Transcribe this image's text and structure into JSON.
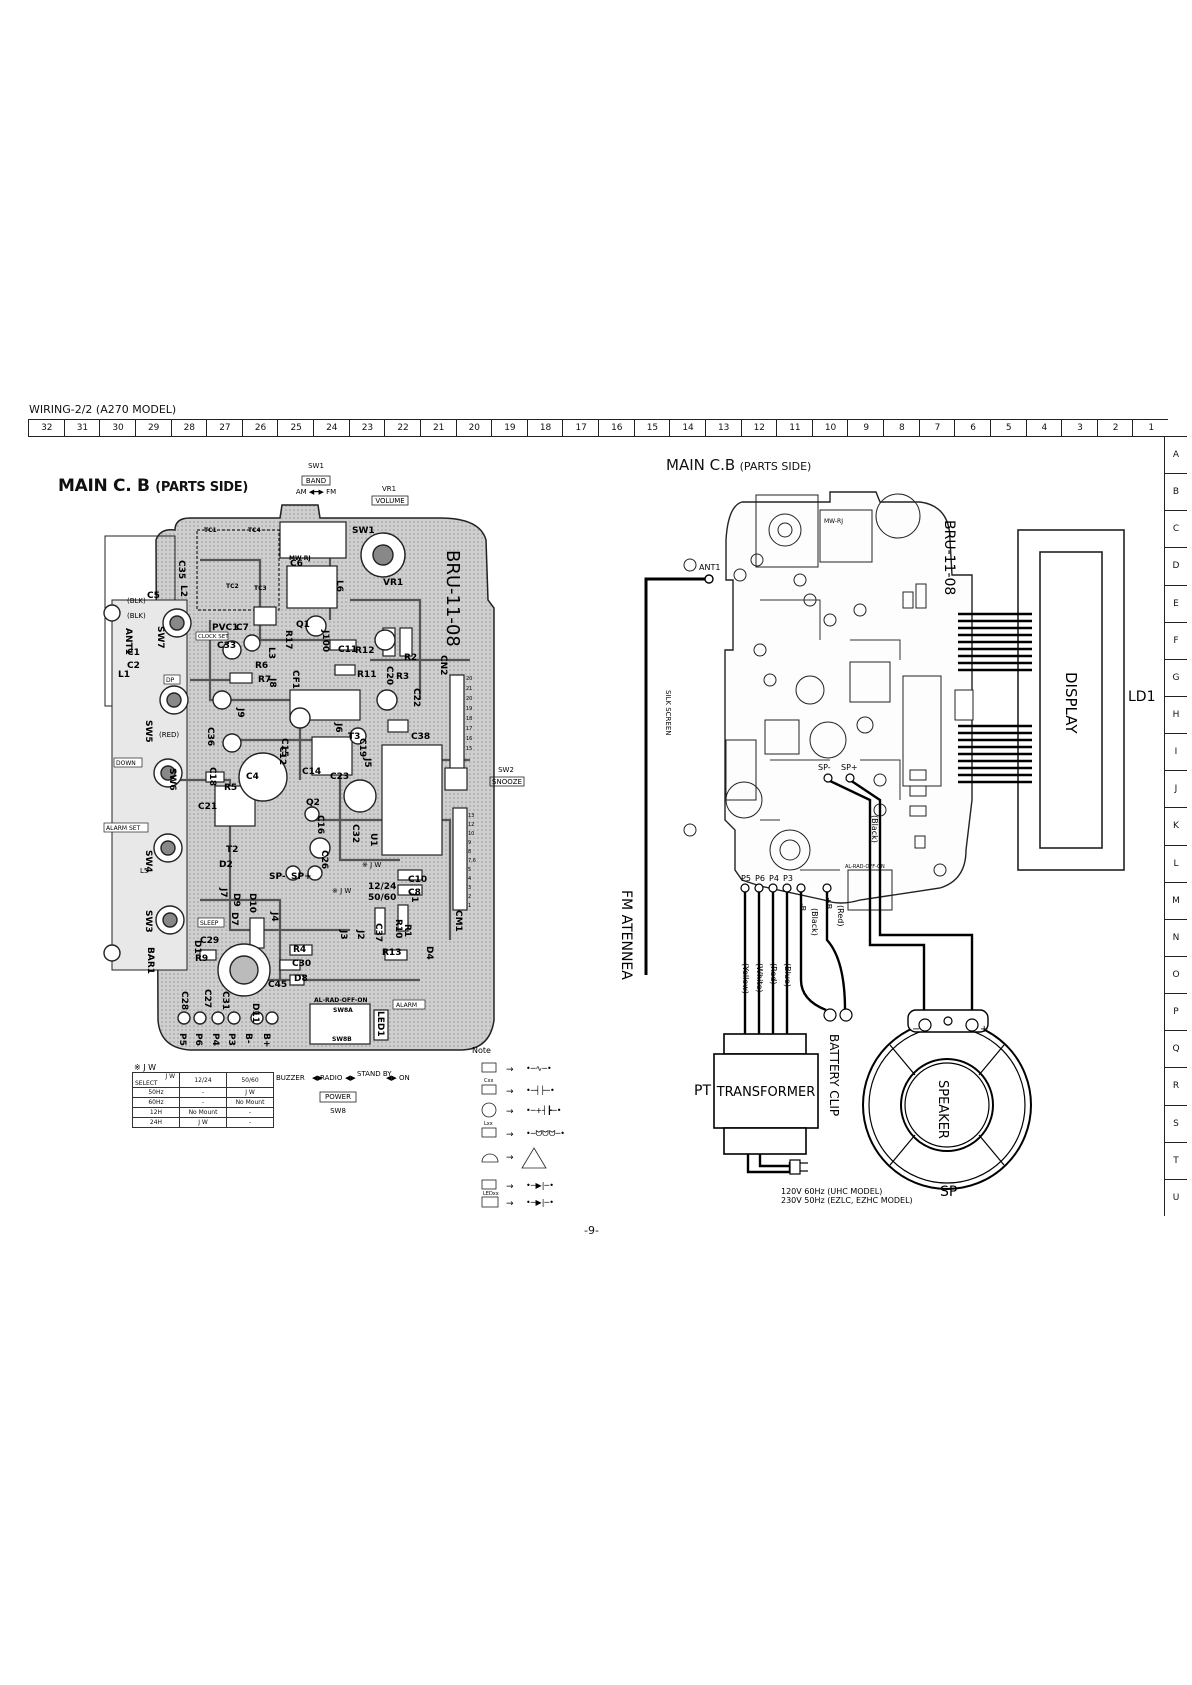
{
  "page": {
    "title": "WIRING-2/2 (A270 MODEL)",
    "page_number": "-9-"
  },
  "column_ruler": [
    "32",
    "31",
    "30",
    "29",
    "28",
    "27",
    "26",
    "25",
    "24",
    "23",
    "22",
    "21",
    "20",
    "19",
    "18",
    "17",
    "16",
    "15",
    "14",
    "13",
    "12",
    "11",
    "10",
    "9",
    "8",
    "7",
    "6",
    "5",
    "4",
    "3",
    "2",
    "1"
  ],
  "row_ruler": [
    "A",
    "B",
    "C",
    "D",
    "E",
    "F",
    "G",
    "H",
    "I",
    "J",
    "K",
    "L",
    "M",
    "N",
    "O",
    "P",
    "Q",
    "R",
    "S",
    "T",
    "U"
  ],
  "left_board": {
    "title_main": "MAIN C. B",
    "title_sub": "(PARTS SIDE)",
    "board_code": "BRU-11-08",
    "sw1": {
      "ref": "SW1",
      "label": "BAND",
      "options": "AM ◀━▶ FM"
    },
    "vr1": {
      "ref": "VR1",
      "label": "VOLUME"
    },
    "sw2": {
      "ref": "SW2",
      "label": "SNOOZE"
    },
    "side_labels": {
      "blk1": "(BLK)",
      "blk2": "(BLK)",
      "clock_set": "CLOCK SET",
      "dp": "DP",
      "red": "(RED)",
      "down": "DOWN",
      "alarm_set": "ALARM SET",
      "sleep": "SLEEP",
      "alarm": "ALARM",
      "l5": "L5"
    },
    "component_labels": [
      "C35",
      "L2",
      "C5",
      "C6",
      "SW1",
      "VR1",
      "L6",
      "MW-RJ",
      "ANT1",
      "SW7",
      "C1",
      "C2",
      "L1",
      "PVC1",
      "C7",
      "L3",
      "R17",
      "Q1",
      "J100",
      "R12",
      "C20",
      "R2",
      "C33",
      "R6",
      "R7",
      "J8",
      "CF1",
      "C11",
      "R11",
      "R3",
      "C22",
      "CN2",
      "J9",
      "J6",
      "C19",
      "T3",
      "C38",
      "SW5",
      "C36",
      "C12",
      "C15",
      "C14",
      "C23",
      "SW6",
      "C18",
      "R5",
      "C4",
      "Q2",
      "C32",
      "U1",
      "C21",
      "T2",
      "C16",
      "C26",
      "C10",
      "C8",
      "CM1",
      "D2",
      "J7",
      "D9",
      "D10",
      "SP-",
      "SP+",
      "12/24",
      "50/60",
      "SW3",
      "J4",
      "C37",
      "R10",
      "R1",
      "SW4",
      "C29",
      "R9",
      "D7",
      "D1",
      "J3",
      "J2",
      "R13",
      "D4",
      "BAR1",
      "C28",
      "C27",
      "C31",
      "C30",
      "C45",
      "D8",
      "D11",
      "R4",
      "AL-RAD-OFF-ON",
      "SW8A",
      "SW8B",
      "LED1",
      "P5",
      "P6",
      "P4",
      "P3",
      "B-",
      "B+",
      "TC1",
      "TC4",
      "TC2",
      "TC3",
      "J5",
      "J1"
    ],
    "pin_numbers_cn2": [
      "20",
      "21",
      "20",
      "19",
      "18",
      "17",
      "16",
      "15"
    ],
    "pin_numbers_cm1": [
      "13",
      "12",
      "10",
      "9",
      "8",
      "7,6",
      "5",
      "4",
      "3",
      "2",
      "1"
    ],
    "jw_note1": "※ J W",
    "jw_note2": "※ J W",
    "power_switch": {
      "positions": [
        "BUZZER",
        "RADIO",
        "STAND BY",
        "ON"
      ],
      "label": "POWER",
      "ref": "SW8"
    }
  },
  "jw_table": {
    "title": "※ J W",
    "corner_top": "J W",
    "corner_bottom": "SELECT",
    "headers": [
      "12/24",
      "50/60"
    ],
    "rows": [
      [
        "50Hz",
        "-",
        "J W"
      ],
      [
        "60Hz",
        "-",
        "No Mount"
      ],
      [
        "12H",
        "No Mount",
        "-"
      ],
      [
        "24H",
        "J W",
        "-"
      ]
    ]
  },
  "note_legend": {
    "title": "Note",
    "items": [
      {
        "box": "",
        "symbol": "resistor"
      },
      {
        "box": "Cxx",
        "symbol": "capacitor"
      },
      {
        "box": "",
        "symbol": "electrolytic-capacitor"
      },
      {
        "box": "Lxx",
        "symbol": "inductor"
      },
      {
        "box": "",
        "symbol": "transistor"
      },
      {
        "box": "",
        "symbol": "diode"
      },
      {
        "box": "LEDxx",
        "symbol": "led"
      }
    ]
  },
  "right_board": {
    "title_main": "MAIN C.B",
    "title_sub": "(PARTS SIDE)",
    "board_code": "BRU-11-08",
    "ant1": "ANT1",
    "mw_rj": "MW-RJ",
    "silk_screen": "SILK SCREEN",
    "fm_antenna": "FM ATENNEA",
    "display": "DISPLAY",
    "ld1": "LD1",
    "sp_minus": "SP-",
    "sp_plus": "SP+",
    "al_rad_off_on": "AL-RAD-OFF-ON",
    "pins": [
      "P5",
      "P6",
      "P4",
      "P3",
      "-B",
      "+B"
    ],
    "wire_colors": [
      "(Yellow)",
      "(White)",
      "(Red)",
      "(Blue)",
      "(Black)",
      "(Red)",
      "(Black)"
    ],
    "transformer": {
      "ref": "PT",
      "label": "TRANSFORMER"
    },
    "battery_clip": "BATTERY CLIP",
    "speaker": {
      "label": "SPEAKER",
      "ref": "SP"
    },
    "power_notes": [
      "120V 60Hz (UHC MODEL)",
      "230V 50Hz (EZLC, EZHC MODEL)"
    ]
  }
}
